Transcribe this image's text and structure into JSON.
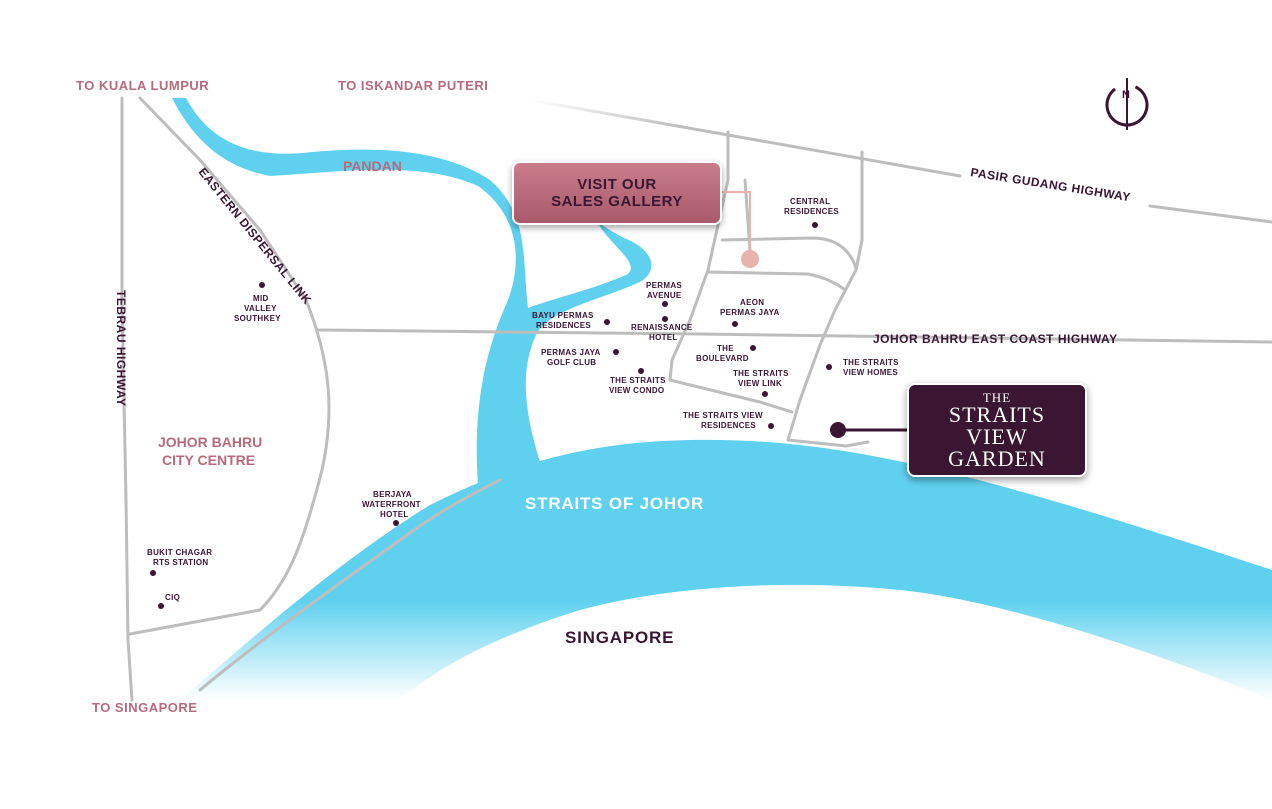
{
  "directions": {
    "kuala_lumpur": "TO KUALA LUMPUR",
    "iskandar_puteri": "TO ISKANDAR PUTERI",
    "singapore": "TO SINGAPORE"
  },
  "compass": {
    "letter": "N",
    "icon": "north-compass-icon"
  },
  "areas": {
    "pandan": "PANDAN",
    "jb_city_1": "JOHOR BAHRU",
    "jb_city_2": "CITY CENTRE"
  },
  "roads": {
    "eastern_dispersal": "EASTERN DISPERSAL LINK",
    "tebrau": "TEBRAU HIGHWAY",
    "pasir_gudang": "PASIR GUDANG HIGHWAY",
    "east_coast": "JOHOR BAHRU EAST COAST HIGHWAY"
  },
  "water": {
    "straits": "STRAITS OF JOHOR"
  },
  "country": {
    "singapore": "SINGAPORE"
  },
  "cta": {
    "line1": "VISIT OUR",
    "line2": "SALES GALLERY"
  },
  "brand": {
    "line1": "THE",
    "line2": "STRAITS",
    "line3": "VIEW",
    "line4": "GARDEN"
  },
  "pois": {
    "central_residences_1": "CENTRAL",
    "central_residences_2": "RESIDENCES",
    "mid_valley_1": "MID",
    "mid_valley_2": "VALLEY",
    "mid_valley_3": "SOUTHKEY",
    "permas_avenue_1": "PERMAS",
    "permas_avenue_2": "AVENUE",
    "aeon_1": "AEON",
    "aeon_2": "PERMAS JAYA",
    "bayu_1": "BAYU PERMAS",
    "bayu_2": "RESIDENCES",
    "renaissance_1": "RENAISSANCE",
    "renaissance_2": "HOTEL",
    "boulevard_1": "THE",
    "boulevard_2": "BOULEVARD",
    "golf_1": "PERMAS JAYA",
    "golf_2": "GOLF CLUB",
    "sv_homes_1": "THE STRAITS",
    "sv_homes_2": "VIEW HOMES",
    "sv_condo_1": "THE STRAITS",
    "sv_condo_2": "VIEW CONDO",
    "sv_link_1": "THE STRAITS",
    "sv_link_2": "VIEW LINK",
    "sv_res_1": "THE STRAITS VIEW",
    "sv_res_2": "RESIDENCES",
    "berjaya_1": "BERJAYA",
    "berjaya_2": "WATERFRONT",
    "berjaya_3": "HOTEL",
    "bukit_chagar_1": "BUKIT CHAGAR",
    "bukit_chagar_2": "RTS STATION",
    "ciq": "CIQ"
  },
  "colors": {
    "water": "#5fd1ef",
    "road": "#bdbdbd",
    "accent_pink": "#b86a78",
    "dark_plum": "#3a1632",
    "gallery_marker": "#e9b3ad"
  }
}
